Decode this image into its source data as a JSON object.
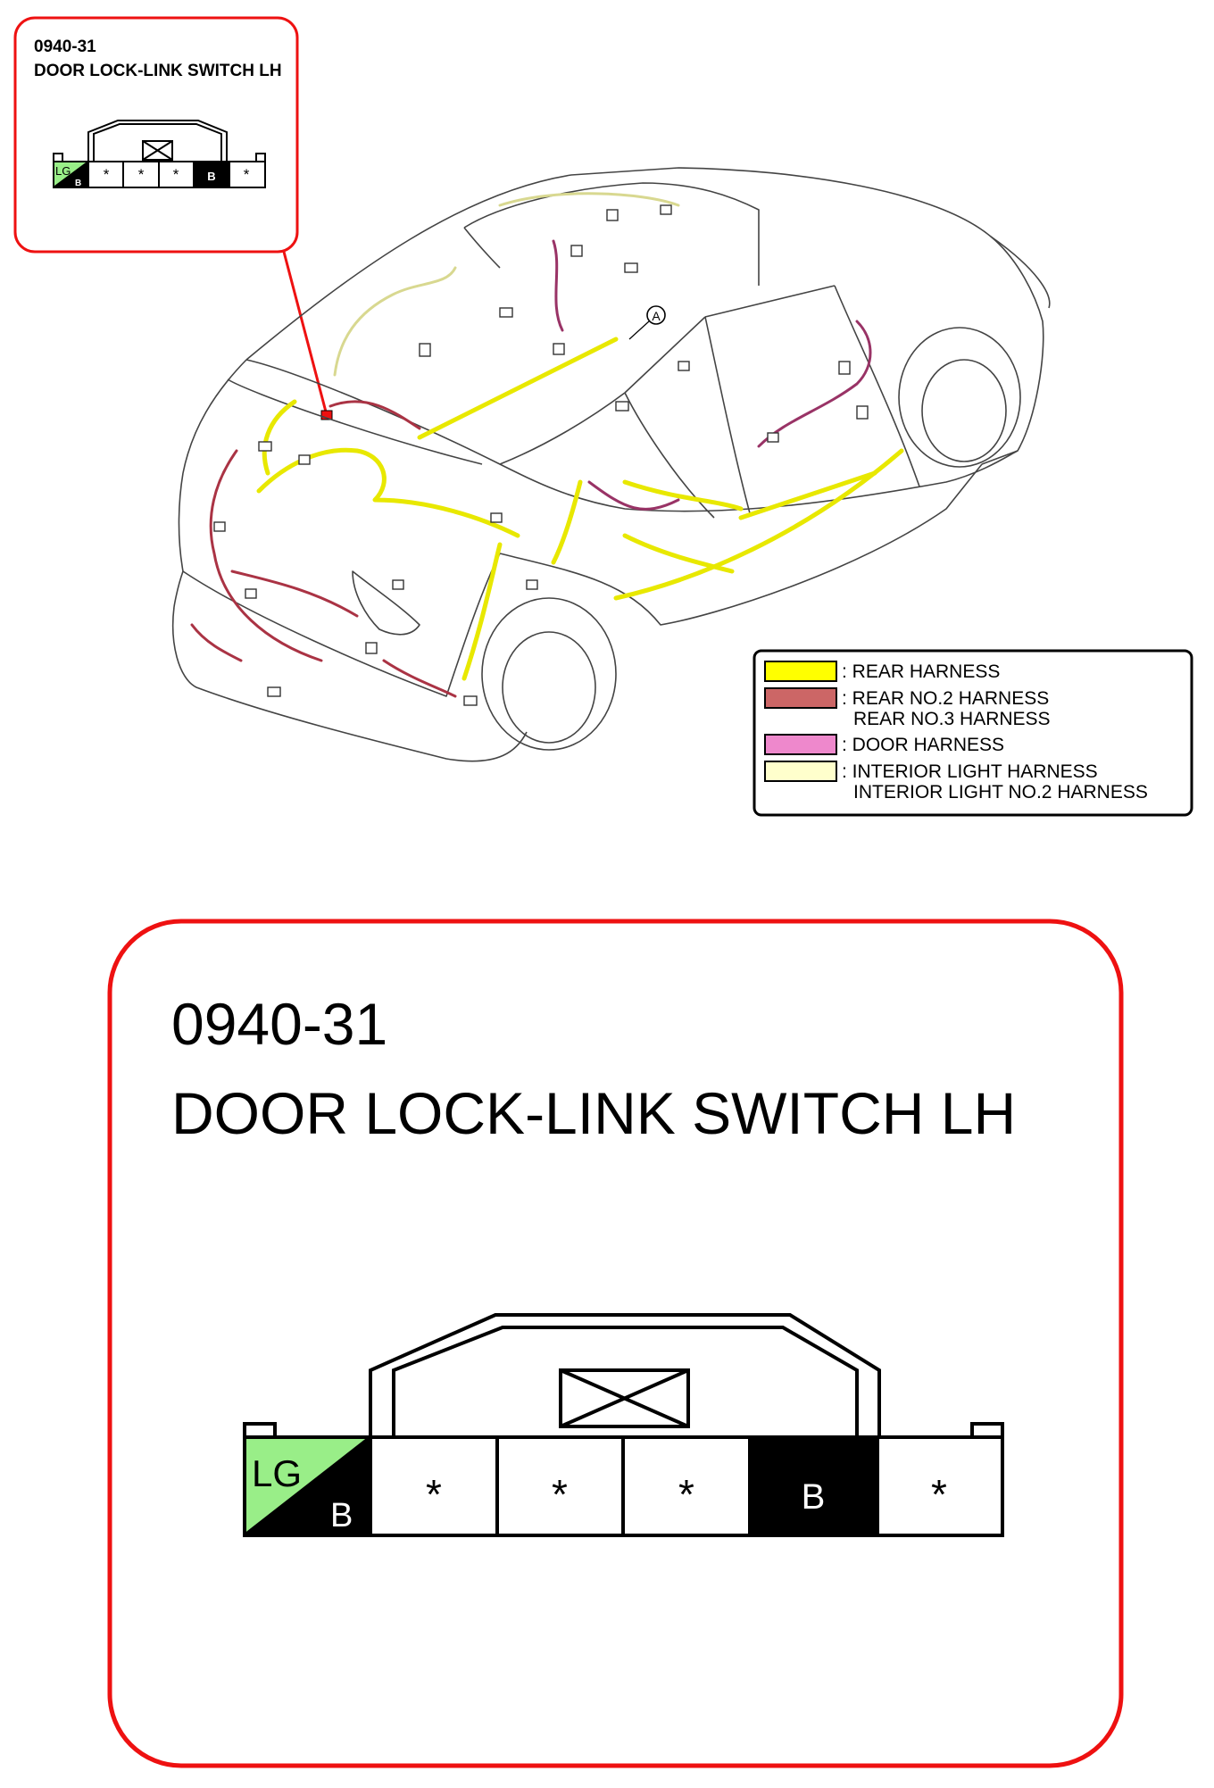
{
  "connector": {
    "code": "0940-31",
    "name": "DOOR LOCK-LINK SWITCH LH",
    "terminals": [
      {
        "top": "LG",
        "bottom": "B",
        "fill": "split"
      },
      {
        "label": "*",
        "fill": "white"
      },
      {
        "label": "*",
        "fill": "white"
      },
      {
        "label": "*",
        "fill": "white"
      },
      {
        "label": "B",
        "fill": "black"
      },
      {
        "label": "*",
        "fill": "white"
      }
    ]
  },
  "location_marker": "A",
  "legend": {
    "entries": [
      {
        "lines": [
          ": REAR HARNESS"
        ],
        "color": "#ffff00"
      },
      {
        "lines": [
          ": REAR NO.2 HARNESS",
          "REAR NO.3 HARNESS"
        ],
        "color": "#cc6666"
      },
      {
        "lines": [
          ": DOOR HARNESS"
        ],
        "color": "#ee88cc"
      },
      {
        "lines": [
          ": INTERIOR LIGHT HARNESS",
          "INTERIOR LIGHT NO.2 HARNESS"
        ],
        "color": "#ffffcc"
      }
    ]
  },
  "colors": {
    "callout_border": "#ee1111",
    "lg_wire": "#99ee88",
    "rear_harness": "#eeee00",
    "rear_no2_harness": "#aa3344",
    "door_harness": "#993366"
  }
}
